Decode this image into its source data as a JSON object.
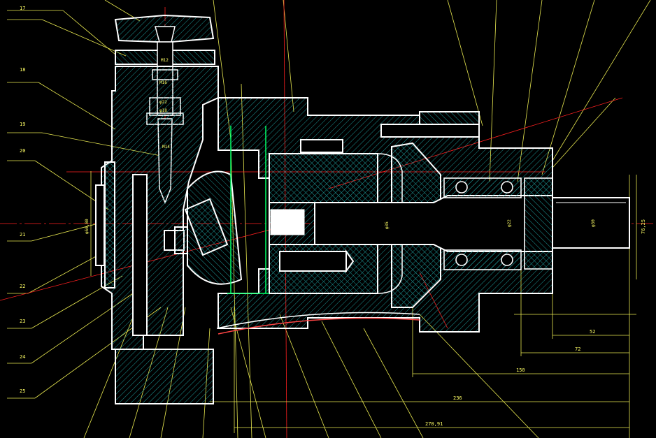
{
  "drawing": {
    "colors": {
      "background": "#000000",
      "outline": "#ffffff",
      "hatch": "#1fa8a8",
      "annotation": "#ffff66",
      "centerline": "#ff2020",
      "accent_green": "#00ff66"
    },
    "part_labels": [
      "17",
      "18",
      "19",
      "20",
      "21",
      "22",
      "23",
      "24",
      "25"
    ],
    "dimensions": {
      "d52": "52",
      "d72": "72",
      "d150": "150",
      "d236": "236",
      "d27091": "270,91",
      "d7625": "76,25"
    },
    "small_labels": {
      "m12": "M12",
      "m16": "M16",
      "m14": "M14",
      "phi22": "φ22",
      "phi18": "φ18",
      "phi50": "φ50,80",
      "phi35": "φ35",
      "phi22b": "φ22",
      "phi30": "φ30"
    }
  }
}
